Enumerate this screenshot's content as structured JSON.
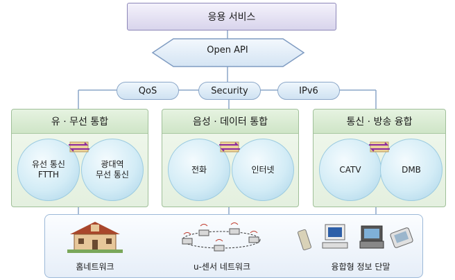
{
  "top_service": "응용 서비스",
  "api_label": "Open API",
  "pills": [
    "QoS",
    "Security",
    "IPv6"
  ],
  "panels": [
    {
      "title": "유 · 무선 통합",
      "left": "유선 통신\nFTTH",
      "right": "광대역\n무선 통신"
    },
    {
      "title": "음성 · 데이터 통합",
      "left": "전화",
      "right": "인터넷"
    },
    {
      "title": "통신 · 방송 융합",
      "left": "CATV",
      "right": "DMB"
    }
  ],
  "bottom": {
    "home_label": "홈네트워크",
    "sensor_label": "u-센서 네트워크",
    "terminal_label": "융합형 정보 단말"
  },
  "colors": {
    "panel_border": "#9fbf98",
    "pill_border": "#8aa6c8",
    "connector": "#e9c98a",
    "arrow": "#8b2aa0"
  }
}
